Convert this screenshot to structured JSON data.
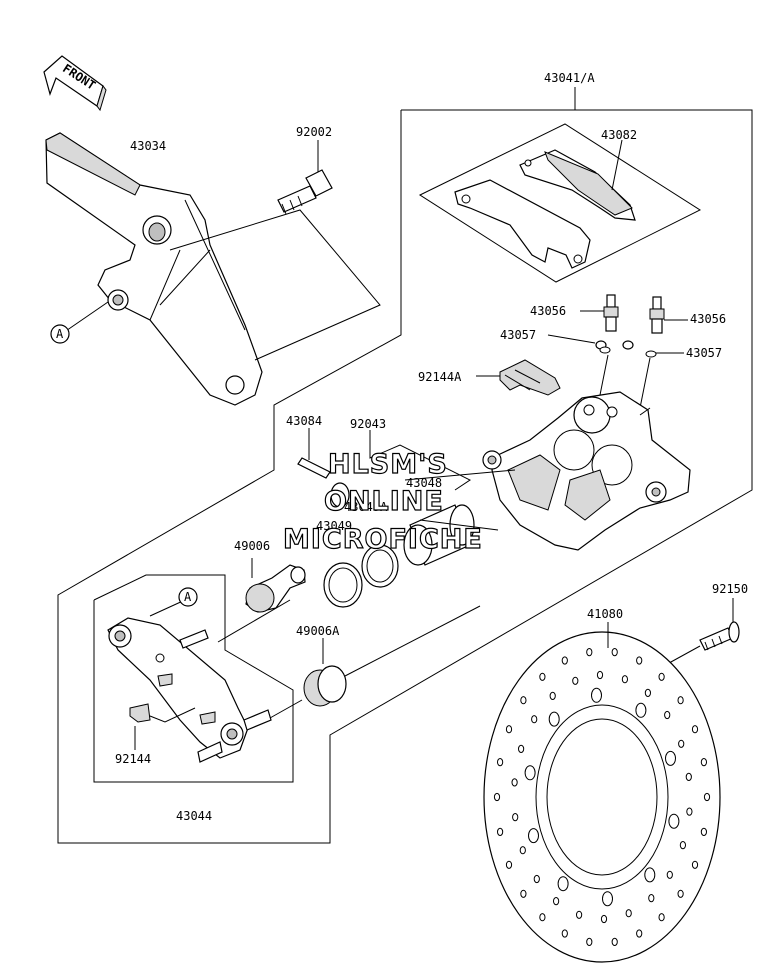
{
  "direction_tag": {
    "label": "FRONT"
  },
  "callouts": [
    {
      "id": "43041A",
      "text": "43041/A"
    },
    {
      "id": "43034",
      "text": "43034"
    },
    {
      "id": "92002",
      "text": "92002"
    },
    {
      "id": "43082",
      "text": "43082"
    },
    {
      "id": "43056-left",
      "text": "43056"
    },
    {
      "id": "43056-right",
      "text": "43056"
    },
    {
      "id": "43057-left",
      "text": "43057"
    },
    {
      "id": "43057-right",
      "text": "43057"
    },
    {
      "id": "92144A",
      "text": "92144A"
    },
    {
      "id": "43084",
      "text": "43084"
    },
    {
      "id": "92043",
      "text": "92043"
    },
    {
      "id": "43048",
      "text": "43048"
    },
    {
      "id": "43049A",
      "text": "43049A"
    },
    {
      "id": "43049",
      "text": "43049"
    },
    {
      "id": "49006",
      "text": "49006"
    },
    {
      "id": "49006A",
      "text": "49006A"
    },
    {
      "id": "92144",
      "text": "92144"
    },
    {
      "id": "43044",
      "text": "43044"
    },
    {
      "id": "92150",
      "text": "92150"
    },
    {
      "id": "41080",
      "text": "41080"
    }
  ],
  "reference_markers": [
    {
      "id": "A-top",
      "text": "A"
    },
    {
      "id": "A-bottom",
      "text": "A"
    }
  ],
  "watermark": {
    "line1": "HLSM'S",
    "line2": "ONLINE",
    "line3": "MICROFICHE"
  }
}
